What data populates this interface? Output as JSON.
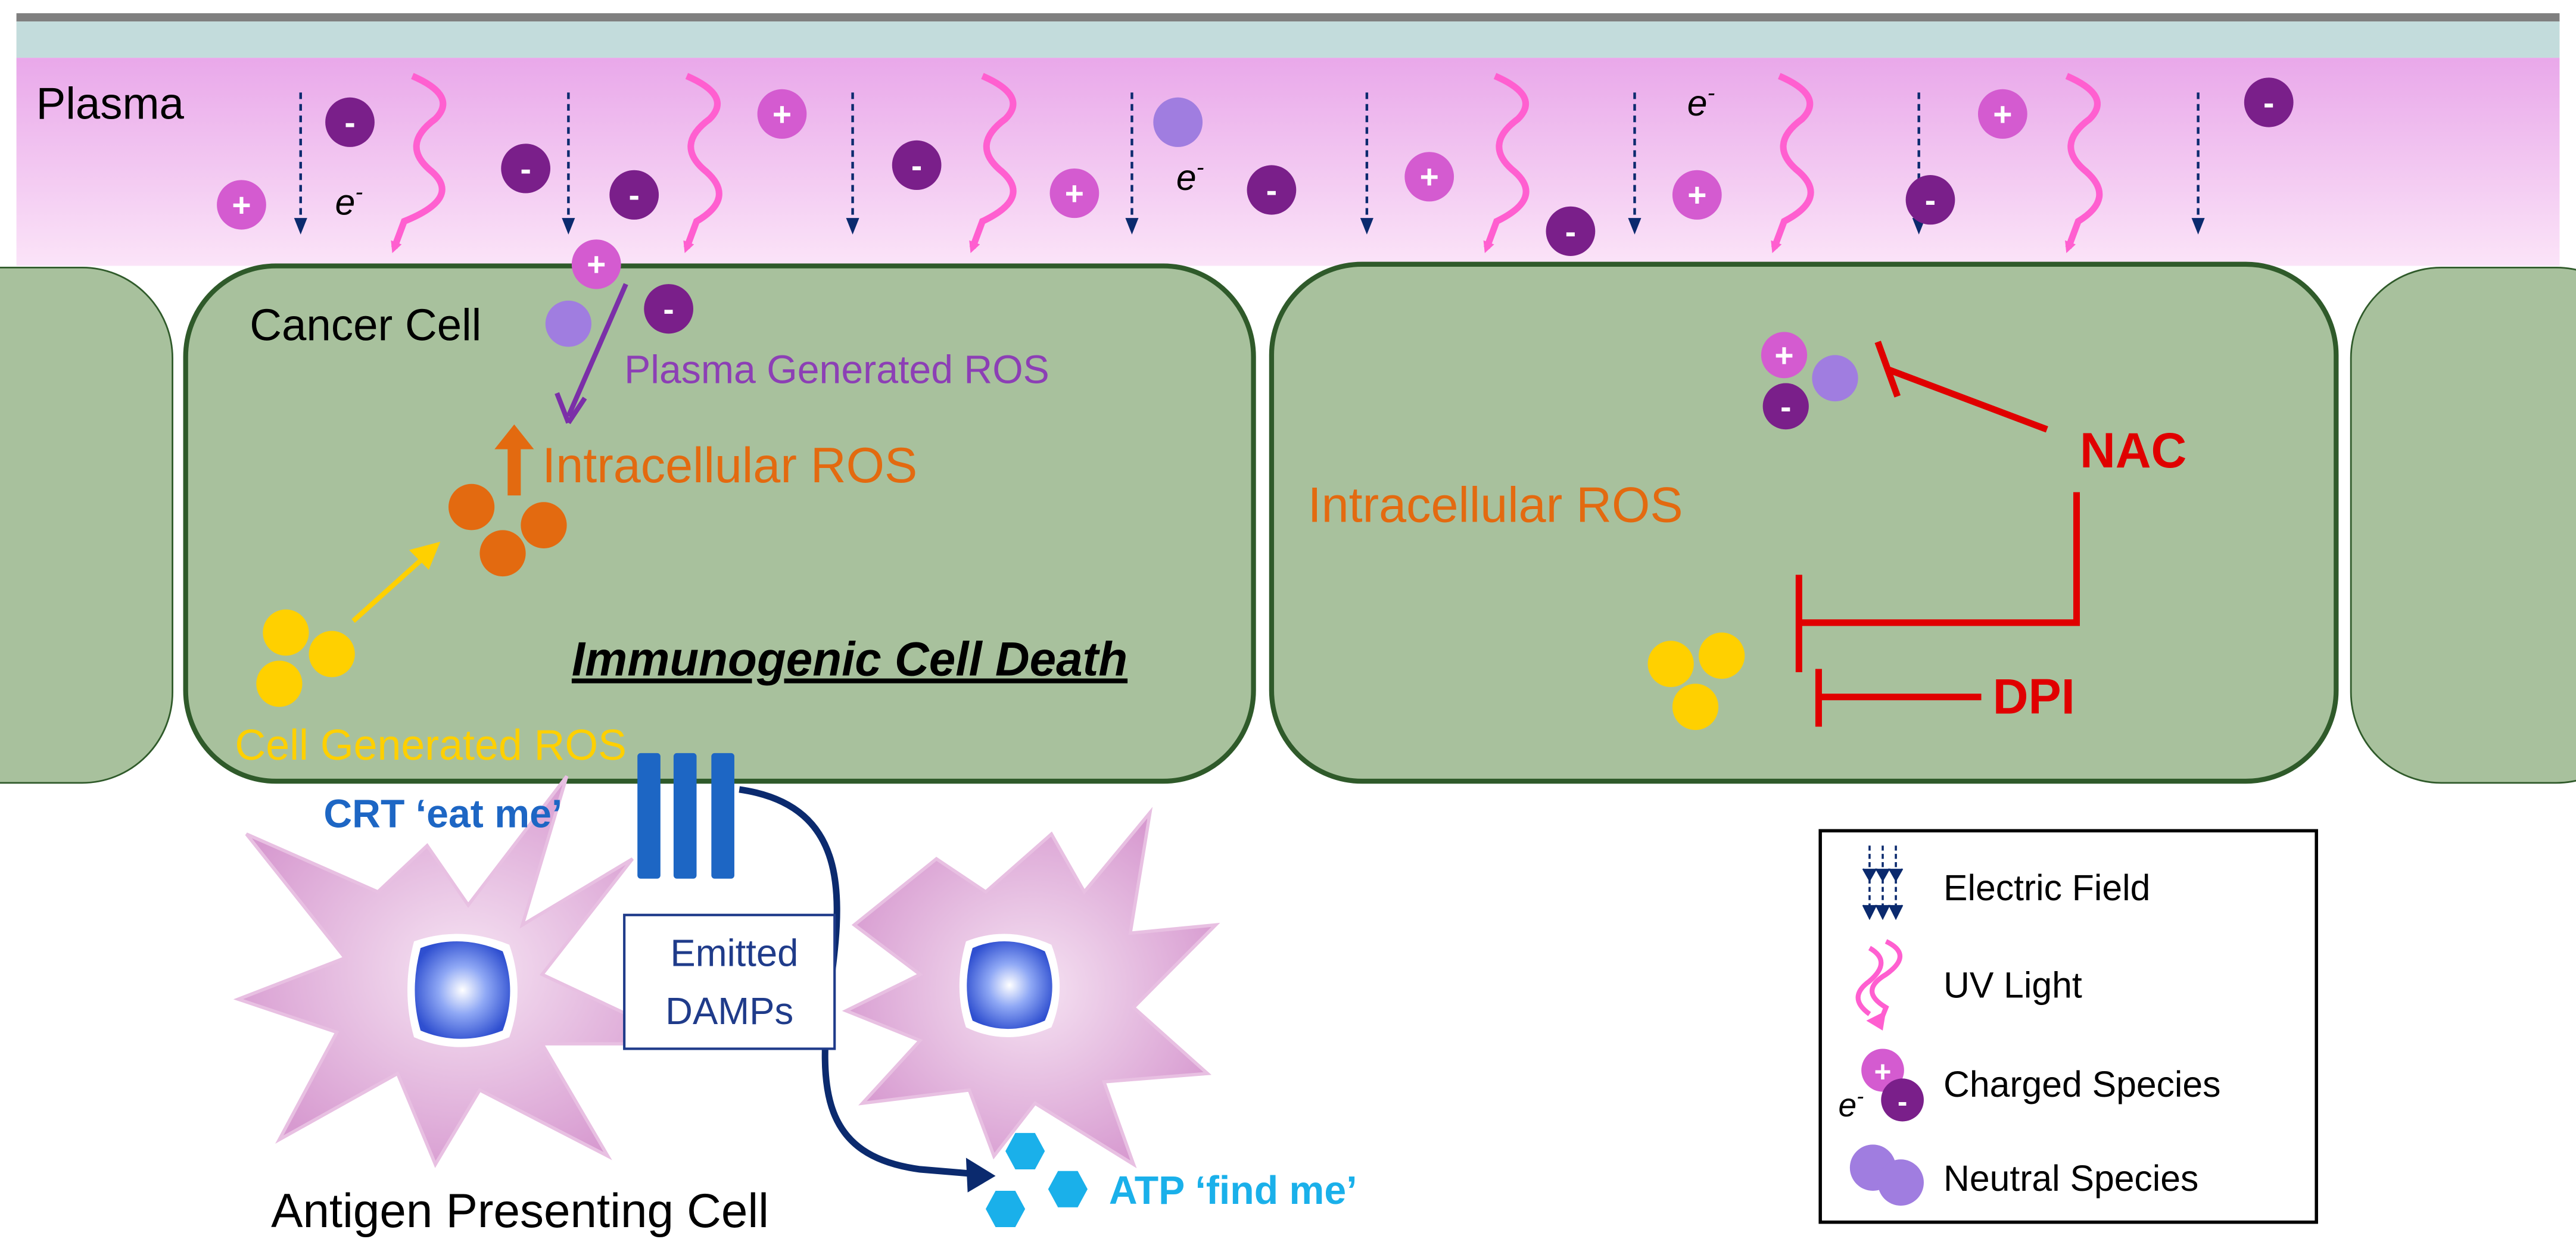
{
  "top_labels": {
    "plasma": "Plasma",
    "electron": "e",
    "electron_sup": "-"
  },
  "left_cell": {
    "cancer_cell": "Cancer Cell",
    "plasma_generated_ros": "Plasma Generated ROS",
    "intracellular_ros": "Intracellular ROS",
    "immunogenic_cell_death": "Immunogenic Cell Death",
    "cell_generated_ros": "Cell Generated ROS"
  },
  "right_cell": {
    "intracellular_ros": "Intracellular ROS",
    "nac": "NAC",
    "dpi": "DPI"
  },
  "lower": {
    "crt": "CRT ‘eat me’",
    "emitted_line1": "Emitted",
    "emitted_line2": "DAMPs",
    "atp": "ATP ‘find me’",
    "apc": "Antigen Presenting Cell"
  },
  "charges": {
    "plus": "+",
    "minus": "-"
  },
  "legend": {
    "electric_field": "Electric Field",
    "uv_light": "UV Light",
    "charged_species": "Charged Species",
    "neutral_species": "Neutral Species"
  },
  "colors": {
    "plasma_band": "#f2c8f0",
    "cell_fill": "#a8c19d",
    "cell_border": "#2f5a2a",
    "uv_pink": "#ff5fd0",
    "positive": "#d45bd0",
    "negative": "#7a1f8a",
    "neutral": "#a07de0",
    "ros_orange": "#e36a10",
    "ros_yellow": "#ffd000",
    "inhibitor_red": "#e00000",
    "navy": "#0b2a6e",
    "crt_blue": "#1d66c4",
    "atp_cyan": "#1ab0ea",
    "apc_pink": "#e6b5dc",
    "apc_blue": "#3b63d8"
  }
}
